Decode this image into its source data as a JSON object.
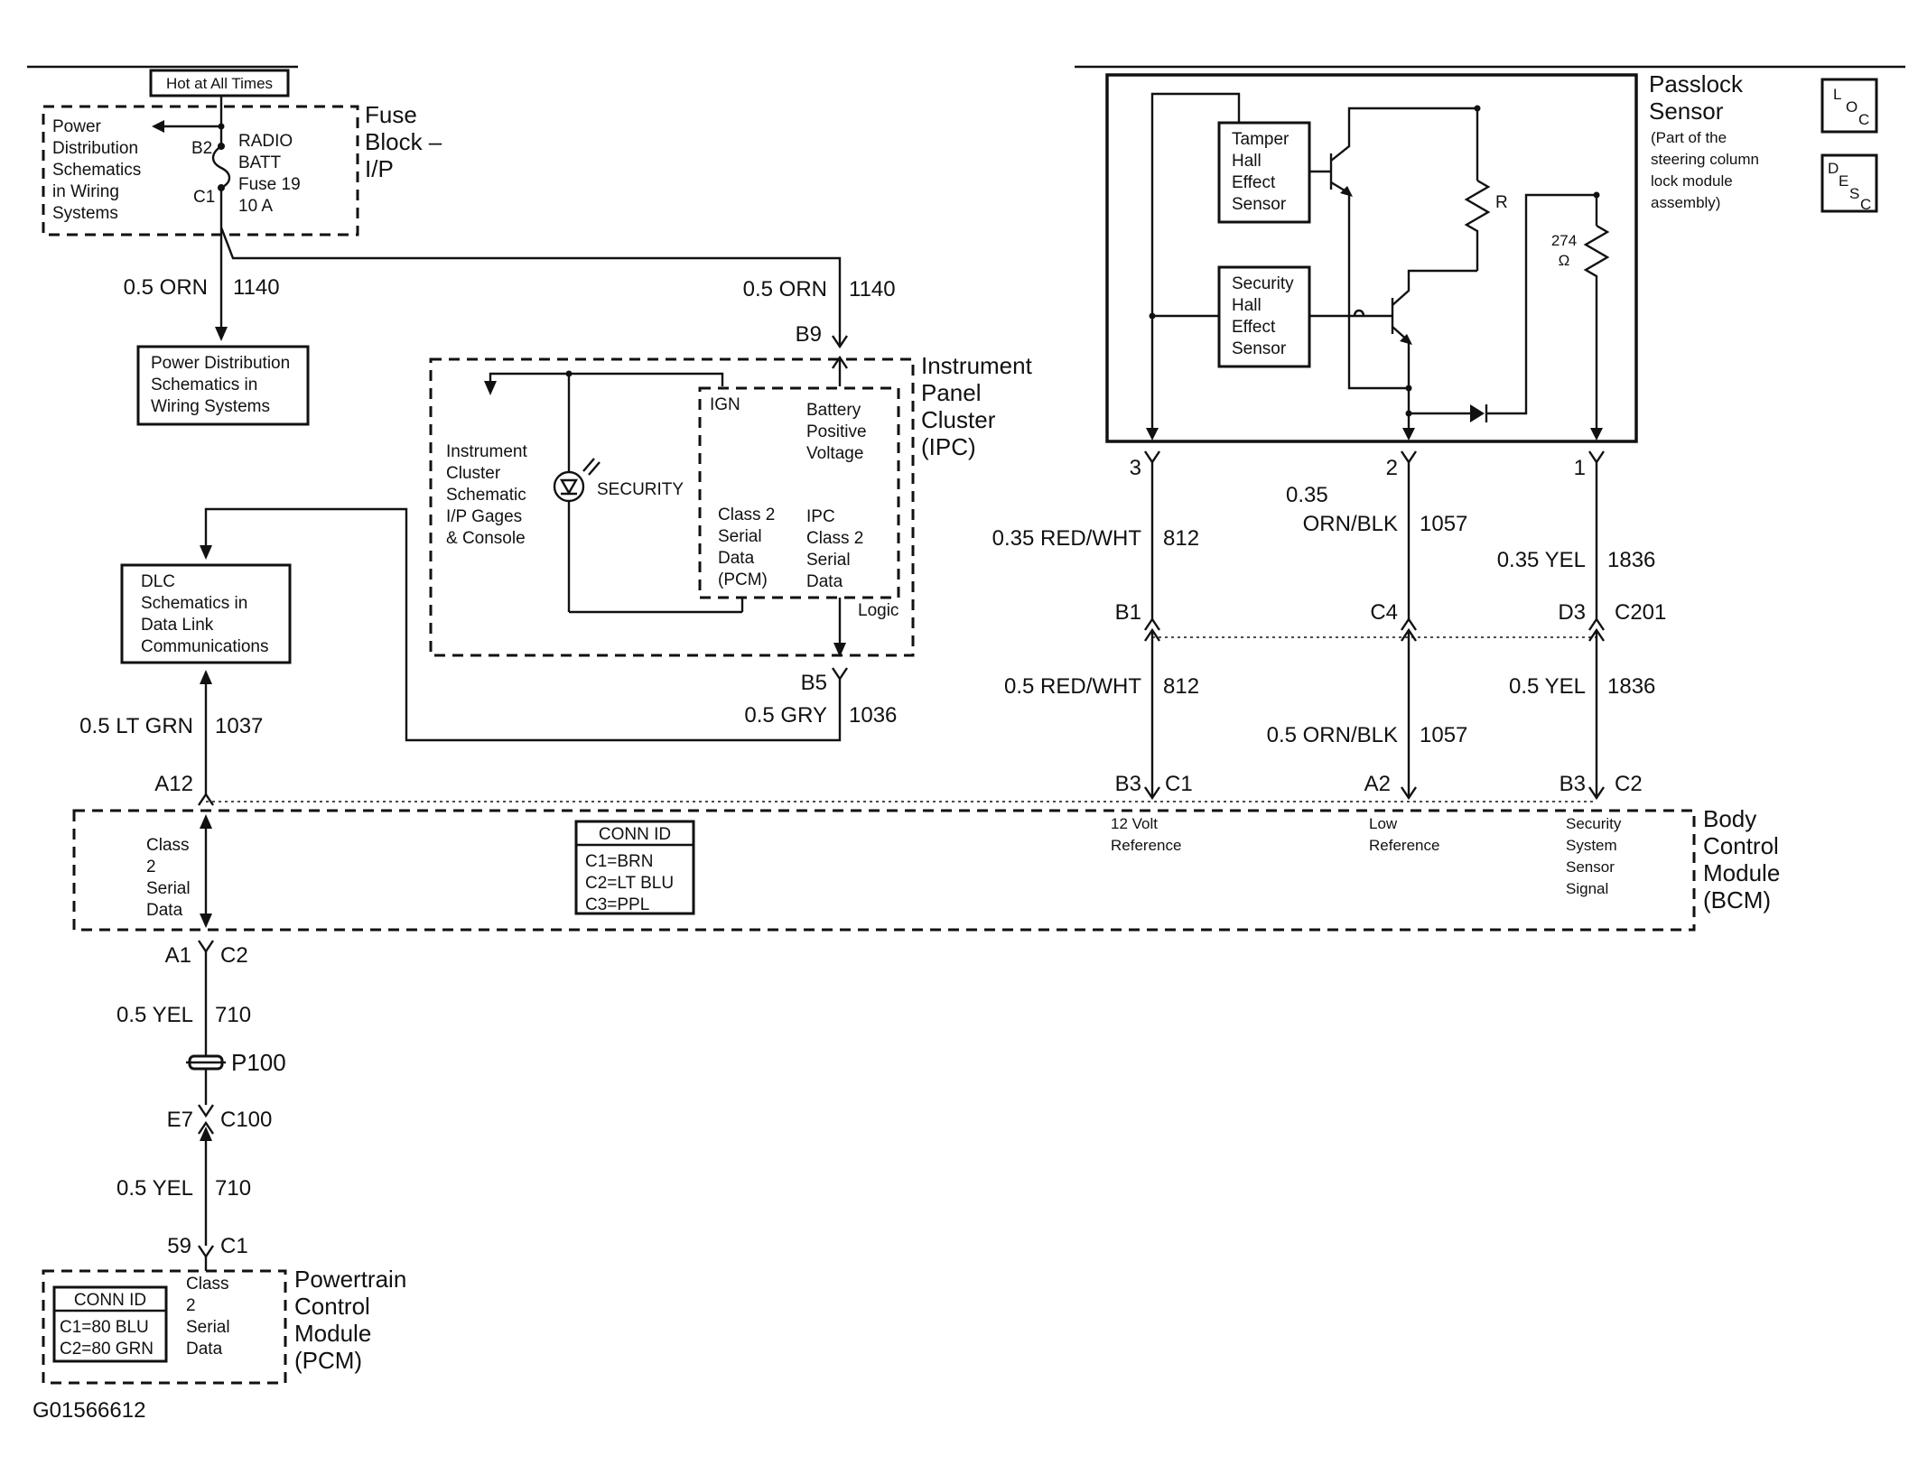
{
  "hot_label": "Hot at All Times",
  "fuse_block": {
    "title": [
      "Fuse",
      "Block –",
      "I/P"
    ],
    "pd_note": [
      "Power",
      "Distribution",
      "Schematics",
      "in Wiring",
      "Systems"
    ],
    "pin_b2": "B2",
    "pin_c1": "C1",
    "fuse_text": [
      "RADIO",
      "BATT",
      "Fuse 19",
      "10 A"
    ]
  },
  "wire_left_1140": {
    "gauge_color": "0.5 ORN",
    "circuit": "1140"
  },
  "pd_box": [
    "Power Distribution",
    "Schematics in",
    "Wiring Systems"
  ],
  "wire_ipc_1140": {
    "gauge_color": "0.5 ORN",
    "circuit": "1140",
    "pin": "B9"
  },
  "ipc": {
    "title": [
      "Instrument",
      "Panel",
      "Cluster",
      "(IPC)"
    ],
    "left_note": [
      "Instrument",
      "Cluster",
      "Schematic",
      "I/P Gages",
      "& Console"
    ],
    "security": "SECURITY",
    "ign": "IGN",
    "battery": [
      "Battery",
      "Positive",
      "Voltage"
    ],
    "class2_pcm": [
      "Class 2",
      "Serial",
      "Data",
      "(PCM)"
    ],
    "ipc_class2": [
      "IPC",
      "Class 2",
      "Serial",
      "Data"
    ],
    "logic": "Logic",
    "pin_b5": "B5"
  },
  "wire_1036": {
    "gauge_color": "0.5 GRY",
    "circuit": "1036"
  },
  "dlc_box": [
    "DLC",
    "Schematics in",
    "Data Link",
    "Communications"
  ],
  "wire_1037": {
    "gauge_color": "0.5 LT GRN",
    "circuit": "1037",
    "pin": "A12"
  },
  "passlock": {
    "title": [
      "Passlock",
      "Sensor"
    ],
    "subtitle": [
      "(Part of the",
      "steering column",
      "lock module",
      "assembly)"
    ],
    "tamper": [
      "Tamper",
      "Hall",
      "Effect",
      "Sensor"
    ],
    "security_sensor": [
      "Security",
      "Hall",
      "Effect",
      "Sensor"
    ],
    "r_label": "R",
    "r274": [
      "274",
      "Ω"
    ],
    "pins": [
      "3",
      "2",
      "1"
    ]
  },
  "loc_icon": [
    "L",
    "O",
    "C"
  ],
  "desc_icon": [
    "D",
    "E",
    "S",
    "C"
  ],
  "wires_upper": [
    {
      "gauge_color": "0.35 RED/WHT",
      "circuit": "812"
    },
    {
      "gauge_color": [
        "0.35",
        "ORN/BLK"
      ],
      "circuit": "1057"
    },
    {
      "gauge_color": "0.35 YEL",
      "circuit": "1836"
    }
  ],
  "c201": {
    "pins": [
      "B1",
      "C4",
      "D3"
    ],
    "connector": "C201"
  },
  "wires_lower": [
    {
      "gauge_color": "0.5 RED/WHT",
      "circuit": "812"
    },
    {
      "gauge_color": "0.5 ORN/BLK",
      "circuit": "1057"
    },
    {
      "gauge_color": "0.5 YEL",
      "circuit": "1836"
    }
  ],
  "bcm": {
    "title": [
      "Body",
      "Control",
      "Module",
      "(BCM)"
    ],
    "class2": [
      "Class",
      "2",
      "Serial",
      "Data"
    ],
    "conn_id_title": "CONN ID",
    "conn_ids": [
      "C1=BRN",
      "C2=LT BLU",
      "C3=PPL"
    ],
    "pin_b3_c1": [
      "B3",
      "C1"
    ],
    "pin_a2": "A2",
    "pin_b3_c2": [
      "B3",
      "C2"
    ],
    "ref12": [
      "12 Volt",
      "Reference"
    ],
    "low_ref": [
      "Low",
      "Reference"
    ],
    "sec_signal": [
      "Security",
      "System",
      "Sensor",
      "Signal"
    ],
    "pin_a1_c2": [
      "A1",
      "C2"
    ]
  },
  "wire_710_upper": {
    "gauge_color": "0.5 YEL",
    "circuit": "710"
  },
  "splice": "P100",
  "c100": {
    "pin": "E7",
    "connector": "C100"
  },
  "wire_710_lower": {
    "gauge_color": "0.5 YEL",
    "circuit": "710"
  },
  "pcm": {
    "pin": "59",
    "connector": "C1",
    "title": [
      "Powertrain",
      "Control",
      "Module",
      "(PCM)"
    ],
    "class2": [
      "Class",
      "2",
      "Serial",
      "Data"
    ],
    "conn_id_title": "CONN ID",
    "conn_ids": [
      "C1=80 BLU",
      "C2=80 GRN"
    ]
  },
  "figure_id": "G01566612"
}
